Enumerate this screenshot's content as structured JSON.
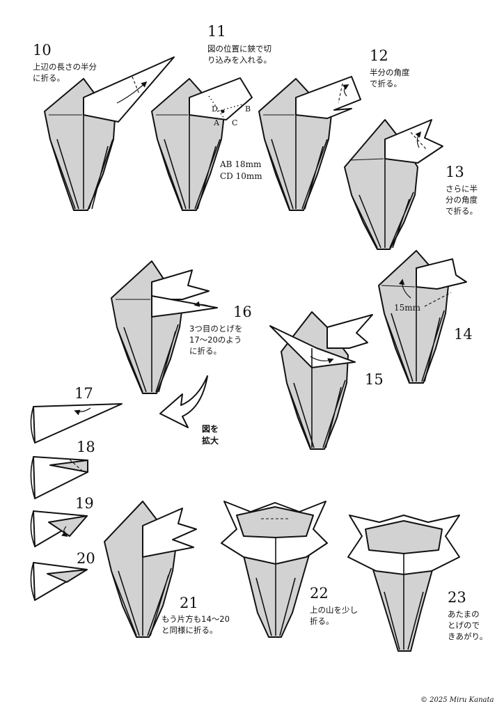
{
  "steps": [
    {
      "number": "10",
      "text": "上辺の長さの半分\nに折る。"
    },
    {
      "number": "11",
      "text": "図の位置に鋏で切\nり込みを入れる。"
    },
    {
      "number": "12",
      "text": "半分の角度\nで折る。"
    },
    {
      "number": "13",
      "text": "さらに半\n分の角度\nで折る。"
    },
    {
      "number": "14",
      "text": ""
    },
    {
      "number": "15",
      "text": ""
    },
    {
      "number": "16",
      "text": "3つ目のとげを\n17～20のよう\nに折る。"
    },
    {
      "number": "17",
      "text": ""
    },
    {
      "number": "18",
      "text": ""
    },
    {
      "number": "19",
      "text": ""
    },
    {
      "number": "20",
      "text": ""
    },
    {
      "number": "21",
      "text": "もう片方も14～20\nと同様に折る。"
    },
    {
      "number": "22",
      "text": "上の山を少し\n折る。"
    },
    {
      "number": "23",
      "text": "あたまの\nとげので\nきあがり。"
    }
  ],
  "step11_points": {
    "a": "A",
    "b": "B",
    "c": "C",
    "d": "D"
  },
  "step11_measure": "AB 18mm\nCD 10mm",
  "step14_measure": "15mm",
  "enlarge_label": "図を\n拡大",
  "copyright": "© 2025 Miru Kanata",
  "colors": {
    "paper_gray": "#d2d2d2",
    "line": "#111111",
    "background": "#ffffff"
  }
}
